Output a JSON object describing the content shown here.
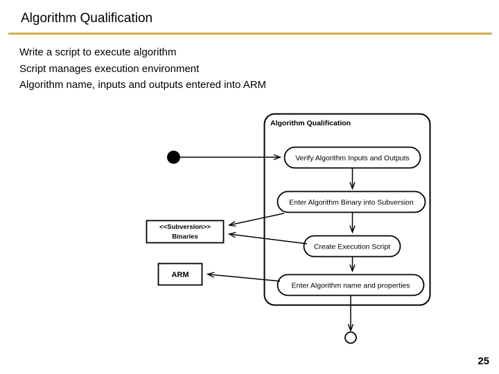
{
  "slide": {
    "title": "Algorithm Qualification",
    "accent_color": "#D3AF4E",
    "page_number": "25",
    "bullets": [
      "Write a script to execute algorithm",
      "Script manages execution environment",
      "Algorithm name, inputs and outputs entered into ARM"
    ]
  },
  "diagram": {
    "type": "uml-activity-diagram",
    "partition_label": "Algorithm Qualification",
    "activities": [
      "Verify Algorithm Inputs and Outputs",
      "Enter Algorithm Binary into Subversion",
      "Create Execution Script",
      "Enter Algorithm name and properties"
    ],
    "objects": [
      {
        "stereotype": "<<Subversion>>",
        "name": "Binaries"
      },
      {
        "stereotype": "",
        "name": "ARM"
      }
    ],
    "nodes": {
      "initial": "initial-node",
      "final": "final-node"
    }
  }
}
